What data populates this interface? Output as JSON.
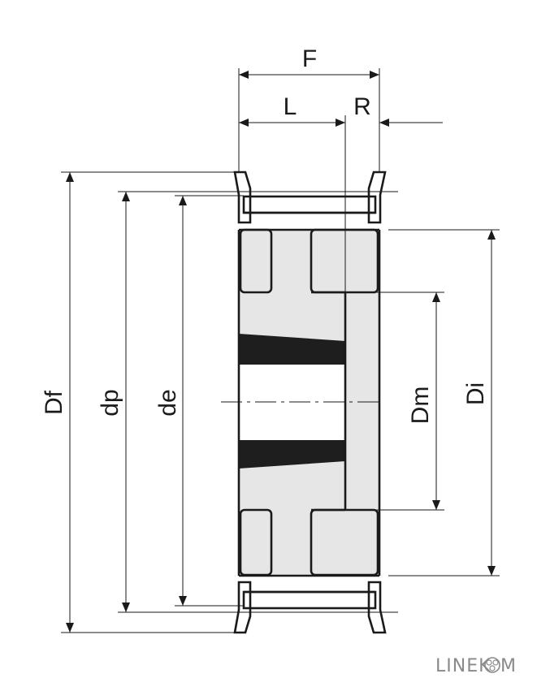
{
  "labels": {
    "F": "F",
    "L": "L",
    "R": "R",
    "Df": "Df",
    "dp": "dp",
    "de": "de",
    "Dm": "Dm",
    "Di": "Di"
  },
  "logo": {
    "text_left": "LINEK",
    "text_right": "M"
  },
  "colors": {
    "line": "#1a1a1a",
    "body_fill": "#e6e6e6",
    "flange_fill": "#cfcfcf",
    "taper_fill": "#1e1e1e",
    "logo": "#8a8a8a"
  }
}
